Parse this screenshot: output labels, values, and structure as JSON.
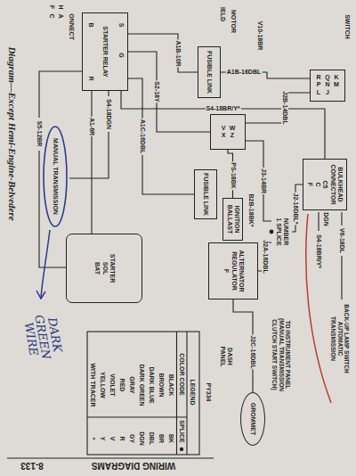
{
  "diagram": {
    "title": "Diagram—Except Hemi-Engine-Belvedere",
    "nodes": [
      {
        "text": [
          "STARTER RELAY"
        ]
      },
      {
        "text": [
          "FUSIBLE LINK"
        ]
      },
      {
        "text": [
          "V",
          "W",
          "X",
          "Z"
        ]
      },
      {
        "text": [
          "FUSIBLE LINK"
        ]
      },
      {
        "text": [
          "IGNITION BALLAST"
        ]
      },
      {
        "text": [
          "NUMBER 1 SPLICE"
        ]
      },
      {
        "text": [
          "ALTERNATOR REGULATOR",
          "F"
        ]
      },
      {
        "text": [
          "STARTER",
          "SOL",
          "BAT"
        ]
      },
      {
        "text": [
          "BULKHEAD CONNECTOR",
          "C5",
          "C",
          "F"
        ]
      },
      {
        "text": [
          "GROMMET"
        ]
      },
      {
        "text": [
          "R",
          "Q",
          "K",
          "P",
          "N",
          "M",
          "L",
          "J"
        ]
      }
    ],
    "edges": [
      {
        "from": 0,
        "to": 1,
        "arrow": "none",
        "label": "A1B-10R"
      },
      {
        "from": 0,
        "to": 2,
        "arrow": "none",
        "label": "S2-18Y"
      },
      {
        "from": 0,
        "to": 7,
        "arrow": "none",
        "label": "A1-6R"
      },
      {
        "from": 0,
        "to": 8,
        "arrow": "none",
        "label": "S4-18BR/Y*"
      },
      {
        "from": 3,
        "to": 0,
        "arrow": "none",
        "label": "A1C-16DBL"
      },
      {
        "from": 2,
        "to": 4,
        "arrow": "none",
        "label": "PS-18BK"
      },
      {
        "from": 2,
        "to": 5,
        "arrow": "none",
        "label": "J3-14BR"
      },
      {
        "from": 5,
        "to": 6,
        "arrow": "none",
        "label": "J2A-16DBL"
      },
      {
        "from": 5,
        "to": 8,
        "arrow": "none",
        "label": "J2-16DBL*"
      },
      {
        "from": 2,
        "to": 10,
        "arrow": "none",
        "label": "J2B-14DBL"
      },
      {
        "from": 6,
        "to": 9,
        "arrow": "none",
        "label": "J2C-16DBL"
      },
      {
        "from": 1,
        "to": 10,
        "arrow": "none",
        "label": "A1B-16DBL"
      }
    ],
    "labels": [
      "F",
      "C",
      "H",
      "A",
      "ONNECT",
      "IELD",
      "MOTOR",
      "V10-18BR",
      "SWITCH",
      "B",
      "S",
      "G",
      "R",
      "S4-18DGN",
      "S5-12BR",
      "MANUAL TRANSMISSION",
      "DARK GREEN WIRE",
      "B2B-18BK*",
      "DASH PANEL",
      "TO INSTRUMENT PANEL (MANUAL TRANSMISSION CLUTCH START SWITCH)",
      "DGN",
      "S4-18BR/Y*",
      "V6-18DL",
      "BACK-UP LAMP SWITCH AUTOMATIC TRANSMISSION",
      "LEGEND",
      "SPLICE",
      "COLOR CODE",
      "BK",
      "BLACK",
      "BR",
      "BROWN",
      "DBL",
      "DARK BLUE",
      "DGN",
      "DARK GREEN",
      "GY",
      "GRAY",
      "R",
      "RED",
      "V",
      "VIOLET",
      "Y",
      "YELLOW",
      "*",
      "WITH TRACER",
      "PY334",
      "WIRING DIAGRAMS",
      "8-133"
    ]
  }
}
